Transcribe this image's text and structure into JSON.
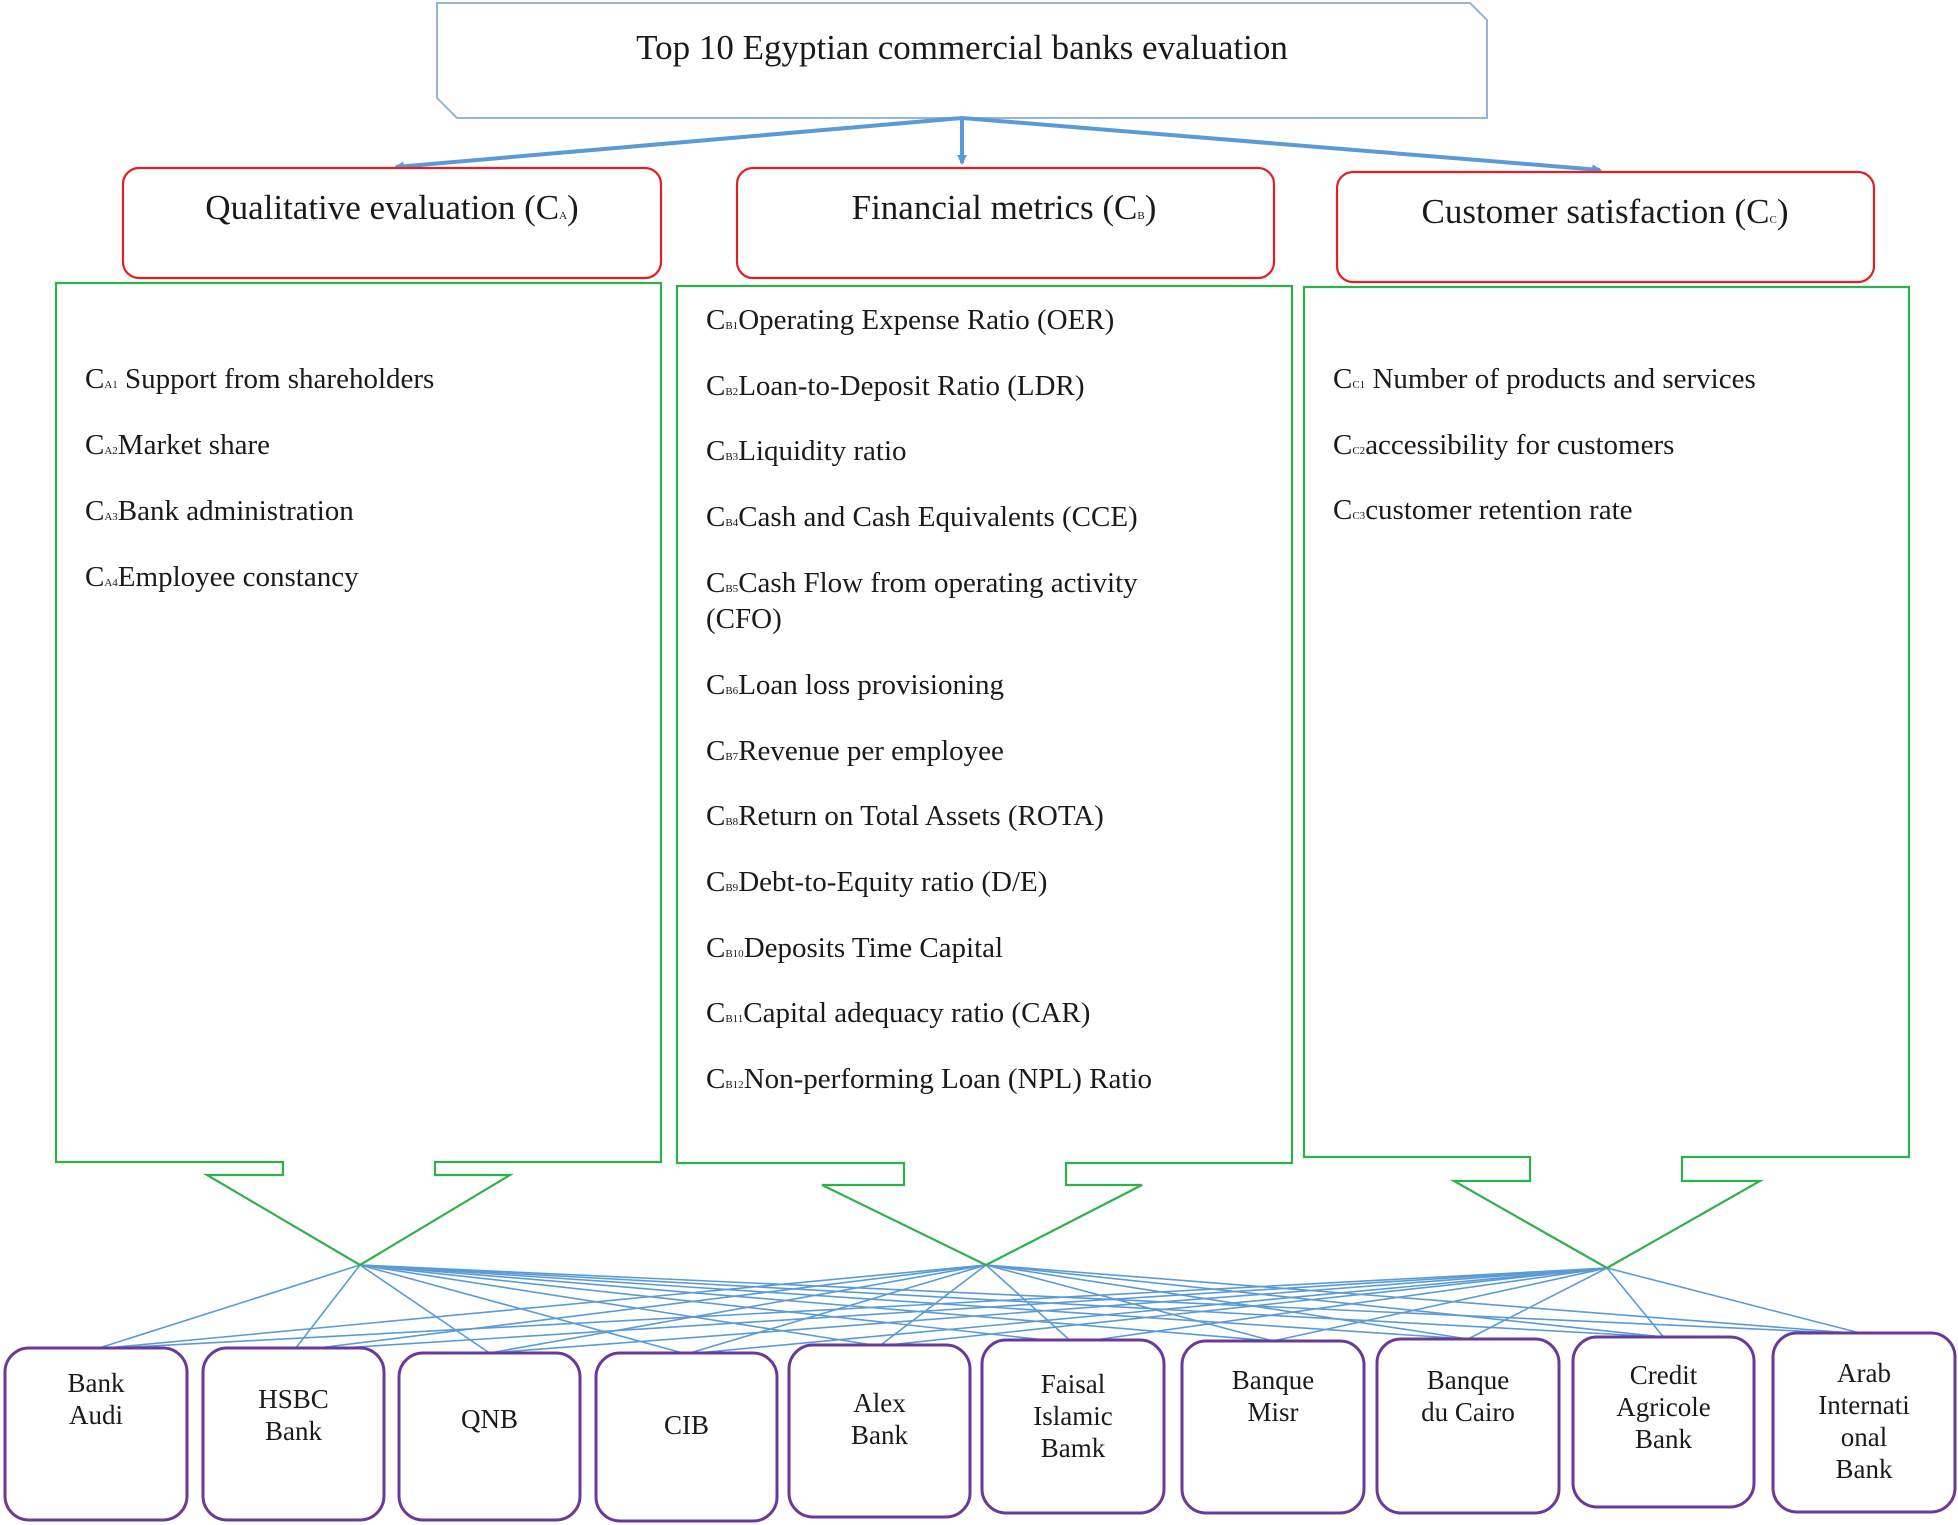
{
  "title": "Top 10 Egyptian commercial banks evaluation",
  "colors": {
    "title_border": "#9ab3d8",
    "arrow": "#5b9bd5",
    "category_border": "#e41e25",
    "criteria_border": "#2fb14a",
    "bank_border": "#6a3a9a",
    "link_line": "#5b9bd5"
  },
  "categories": [
    {
      "name": "Qualitative evaluation",
      "symbol": "C",
      "symbol_sub": "A",
      "criteria": [
        {
          "code": "C",
          "code_sub": "A1",
          "label": " Support from shareholders"
        },
        {
          "code": "C",
          "code_sub": "A2",
          "label": "Market share"
        },
        {
          "code": "C",
          "code_sub": "A3",
          "label": "Bank administration"
        },
        {
          "code": "C",
          "code_sub": "A4",
          "label": "Employee constancy"
        }
      ]
    },
    {
      "name": "Financial metrics",
      "symbol": "C",
      "symbol_sub": "B",
      "criteria": [
        {
          "code": "C",
          "code_sub": "B1",
          "label": "Operating Expense Ratio (OER)"
        },
        {
          "code": "C",
          "code_sub": "B2",
          "label": "Loan-to-Deposit Ratio (LDR)"
        },
        {
          "code": "C",
          "code_sub": "B3",
          "label": "Liquidity ratio"
        },
        {
          "code": "C",
          "code_sub": "B4",
          "label": "Cash and Cash Equivalents (CCE)"
        },
        {
          "code": "C",
          "code_sub": "B5",
          "label": "Cash Flow from operating activity",
          "label2": "(CFO)"
        },
        {
          "code": "C",
          "code_sub": "B6",
          "label": "Loan loss provisioning"
        },
        {
          "code": "C",
          "code_sub": "B7",
          "label": "Revenue per employee"
        },
        {
          "code": "C",
          "code_sub": "B8",
          "label": "Return on Total Assets (ROTA)"
        },
        {
          "code": "C",
          "code_sub": "B9",
          "label": "Debt-to-Equity ratio (D/E)"
        },
        {
          "code": "C",
          "code_sub": "B10",
          "label": "Deposits Time Capital"
        },
        {
          "code": "C",
          "code_sub": "B11",
          "label": "Capital adequacy ratio (CAR)"
        },
        {
          "code": "C",
          "code_sub": "B12",
          "label": "Non-performing Loan (NPL) Ratio"
        }
      ]
    },
    {
      "name": "Customer satisfaction",
      "symbol": "C",
      "symbol_sub": "C",
      "criteria": [
        {
          "code": "C",
          "code_sub": "C1",
          "label": " Number of products and services"
        },
        {
          "code": "C",
          "code_sub": "C2",
          "label": "accessibility for customers"
        },
        {
          "code": "C",
          "code_sub": "C3",
          "label": "customer retention rate"
        }
      ]
    }
  ],
  "banks": [
    {
      "lines": [
        "Bank",
        "Audi"
      ]
    },
    {
      "lines": [
        "HSBC",
        "Bank"
      ]
    },
    {
      "lines": [
        "QNB"
      ]
    },
    {
      "lines": [
        "CIB"
      ]
    },
    {
      "lines": [
        "Alex",
        "Bank"
      ]
    },
    {
      "lines": [
        "Faisal",
        "Islamic",
        "Bamk"
      ]
    },
    {
      "lines": [
        "Banque",
        "Misr"
      ]
    },
    {
      "lines": [
        "Banque",
        "du Cairo"
      ]
    },
    {
      "lines": [
        "Credit",
        "Agricole",
        "Bank"
      ]
    },
    {
      "lines": [
        "Arab",
        "Internati",
        "onal",
        "Bank"
      ]
    }
  ]
}
